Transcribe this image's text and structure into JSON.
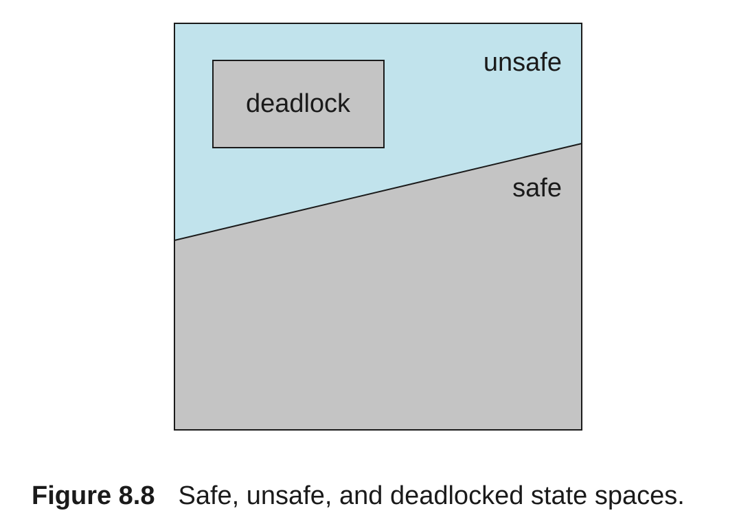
{
  "diagram": {
    "regions": {
      "unsafe": {
        "label": "unsafe",
        "color": "#c1e3ec"
      },
      "safe": {
        "label": "safe",
        "color": "#c4c4c4"
      },
      "deadlock": {
        "label": "deadlock",
        "color": "#c4c4c4"
      }
    },
    "outline_color": "#1a1a1a"
  },
  "caption": {
    "label": "Figure 8.8",
    "text": "Safe, unsafe, and deadlocked state spaces."
  }
}
